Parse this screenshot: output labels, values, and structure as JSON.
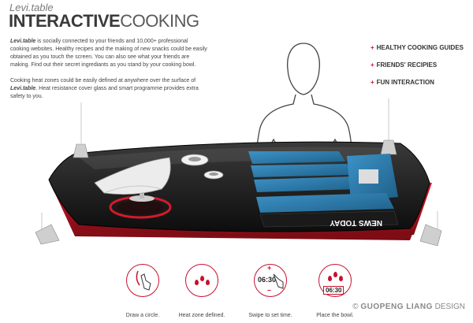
{
  "header": {
    "brand": "Levi.table",
    "headline_bold": "INTERACTIVE",
    "headline_light": "COOKING"
  },
  "description": {
    "p1_brand": "Levi.table",
    "p1_rest": " is socially connected to your friends and 10,000+ professional cooking websites. Healthy recipes and the making of new snacks could be easily obtained as you touch the screen. You can also see what your friends are making. Find out their secret ingrediants as you stand by your cooking bowl.",
    "p2_start": "Cooking heat zones could be easily defined at anywhere over the surface of ",
    "p2_brand": "Levi.table",
    "p2_rest": ". Heat resistance cover glass and smart programme provides extra safety to you."
  },
  "features": [
    "HEALTHY COOKING GUIDES",
    "FRIENDS' RECIPIES",
    "FUN INTERACTION"
  ],
  "plus_glyph": "+",
  "screen_text": "NEWS TODAY",
  "steps": [
    {
      "caption": "Draw a circle."
    },
    {
      "caption": "Heat zone defined."
    },
    {
      "caption": "Swipe to set time.",
      "time": "06:30",
      "plus": "+",
      "minus": "–"
    },
    {
      "caption": "Place the bowl.",
      "time": "06:30"
    }
  ],
  "copyright": {
    "symbol": "©",
    "name": "GUOPENG LIANG",
    "suffix": "DESIGN"
  },
  "colors": {
    "accent": "#c8102e",
    "table_top": "#1c1c1c",
    "screen": "#2f7fb0"
  }
}
